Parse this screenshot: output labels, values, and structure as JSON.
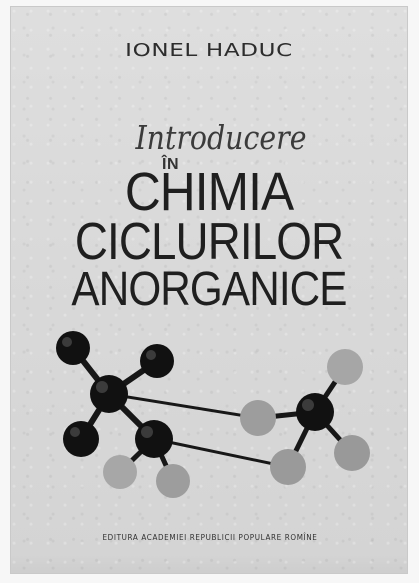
{
  "cover": {
    "author": "IONEL HADUC",
    "subtitle": "Introducere",
    "preposition": "ÎN",
    "title_lines": [
      "CHIMIA",
      "CICLURILOR",
      "ANORGANICE"
    ],
    "publisher": "EDITURA ACADEMIEI REPUBLICII POPULARE ROMÎNE"
  },
  "colors": {
    "paper": "#d9d9d9",
    "dark_atom": "#111111",
    "light_atom": "#9c9c9c",
    "bond": "#171717",
    "text": "#222222"
  }
}
